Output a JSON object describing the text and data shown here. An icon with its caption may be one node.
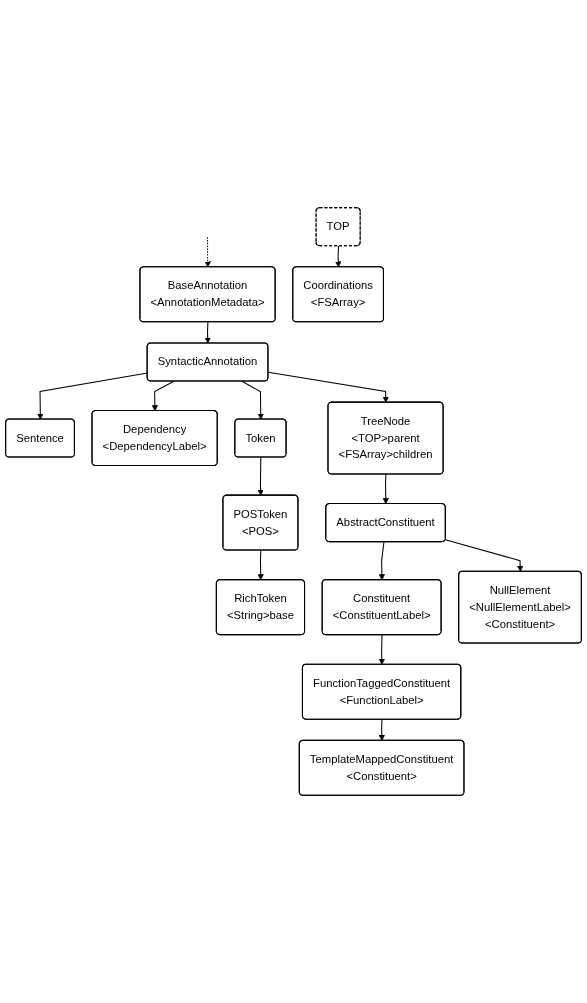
{
  "diagram": {
    "nodes": [
      {
        "text": [
          "BaseAnnotation",
          "<AnnotationMetadata>"
        ]
      },
      {
        "text": [
          "SyntacticAnnotation"
        ]
      },
      {
        "text": [
          "Sentence"
        ]
      },
      {
        "text": [
          "Dependency",
          "<DependencyLabel>"
        ]
      },
      {
        "text": [
          "Token"
        ]
      },
      {
        "text": [
          "TreeNode",
          "<TOP>parent",
          "<FSArray>children"
        ]
      },
      {
        "text": [
          "POSToken",
          "<POS>"
        ]
      },
      {
        "text": [
          "RichToken",
          "<String>base"
        ]
      },
      {
        "text": [
          "AbstractConstituent"
        ]
      },
      {
        "text": [
          "Constituent",
          "<ConstituentLabel>"
        ]
      },
      {
        "text": [
          "NullElement",
          "<NullElementLabel>",
          "<Constituent>"
        ]
      },
      {
        "text": [
          "FunctionTaggedConstituent",
          "<FunctionLabel>"
        ]
      },
      {
        "text": [
          "TOP"
        ]
      },
      {
        "text": [
          "TemplateMappedConstituent",
          "<Constituent>"
        ]
      },
      {
        "text": [
          "Coordinations",
          "<FSArray>"
        ]
      }
    ],
    "edges": [
      {
        "from": null,
        "to": 0,
        "arrow": "to",
        "style": "dashed"
      },
      {
        "from": 0,
        "to": 1,
        "arrow": "to"
      },
      {
        "from": 1,
        "to": 2,
        "arrow": "to"
      },
      {
        "from": 1,
        "to": 3,
        "arrow": "to"
      },
      {
        "from": 1,
        "to": 4,
        "arrow": "to"
      },
      {
        "from": 1,
        "to": 5,
        "arrow": "to"
      },
      {
        "from": 4,
        "to": 6,
        "arrow": "to"
      },
      {
        "from": 6,
        "to": 7,
        "arrow": "to"
      },
      {
        "from": 5,
        "to": 8,
        "arrow": "to"
      },
      {
        "from": 8,
        "to": 9,
        "arrow": "to"
      },
      {
        "from": 8,
        "to": 10,
        "arrow": "to"
      },
      {
        "from": 9,
        "to": 11,
        "arrow": "to"
      },
      {
        "from": 11,
        "to": 13,
        "arrow": "to"
      },
      {
        "from": 12,
        "to": 14,
        "arrow": "to"
      }
    ]
  }
}
